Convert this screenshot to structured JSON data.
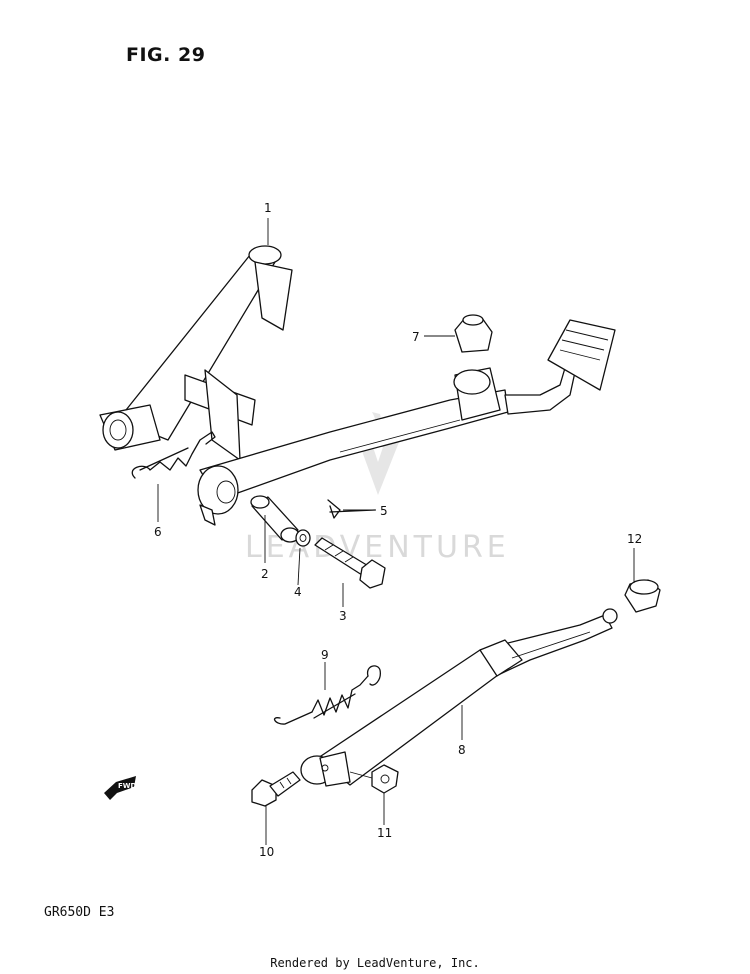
{
  "figure": {
    "title": "FIG. 29",
    "model_code": "GR650D  E3"
  },
  "footer": {
    "credit": "Rendered by LeadVenture, Inc."
  },
  "watermark": {
    "text": "LEADVENTURE",
    "color": "#d9d9d9"
  },
  "direction_tag": {
    "text": "FWD"
  },
  "callouts": [
    "1",
    "2",
    "3",
    "4",
    "5",
    "6",
    "7",
    "8",
    "9",
    "10",
    "11",
    "12"
  ],
  "colors": {
    "ink": "#111111",
    "paper": "#ffffff"
  }
}
